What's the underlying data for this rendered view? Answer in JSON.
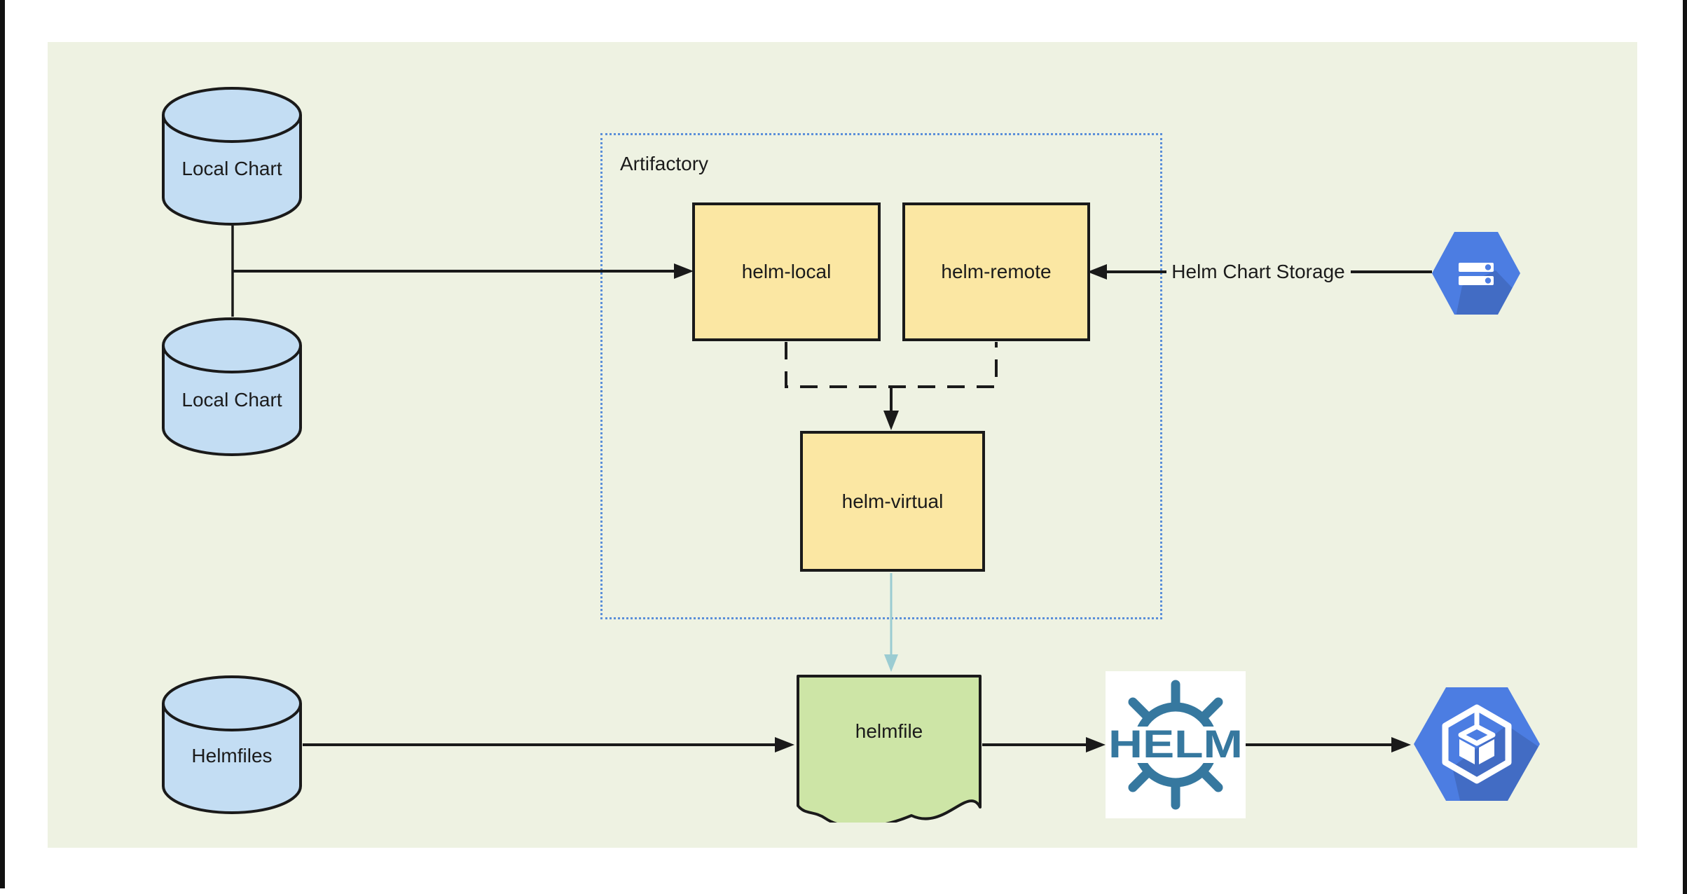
{
  "colors": {
    "panel_bg": "#eef2e2",
    "edge_bar": "#111111",
    "shape_border": "#1a1a1a",
    "cylinder_fill": "#c3ddf3",
    "box_fill": "#fbe7a3",
    "doc_fill": "#cde5a6",
    "artifactory_border": "#5b8fd9",
    "teal_arrow": "#9bccd2",
    "helm_blue": "#36789f",
    "hex_blue": "#4c7de2",
    "label_color": "#1b1b1b"
  },
  "groups": {
    "artifactory": "Artifactory"
  },
  "nodes": {
    "local_chart_top": "Local Chart",
    "local_chart_bottom": "Local Chart",
    "helmfiles": "Helmfiles",
    "helm_local": "helm-local",
    "helm_remote": "helm-remote",
    "helm_virtual": "helm-virtual",
    "helmfile": "helmfile"
  },
  "edges": {
    "storage_label": "Helm Chart Storage"
  },
  "logos": {
    "helm_text": "HELM"
  },
  "icons": {
    "storage_hexagon": "gcs-storage-icon",
    "gke_hexagon": "gke-cluster-icon",
    "helm_wheel": "helm-wheel-icon"
  }
}
